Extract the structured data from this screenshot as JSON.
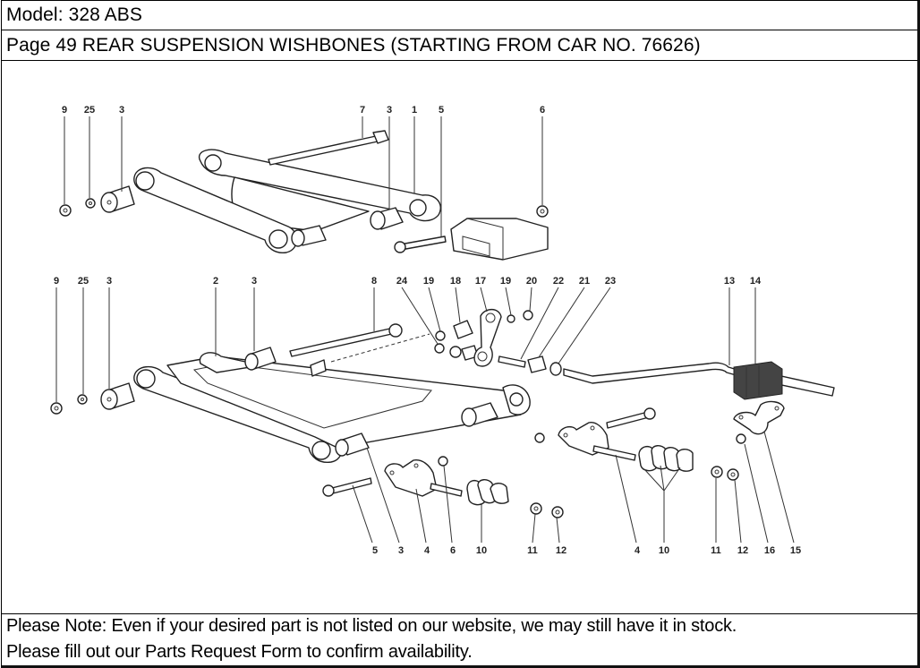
{
  "header": {
    "model_label": "Model: 328 ABS",
    "page_title": "Page 49  REAR SUSPENSION  WISHBONES (STARTING FROM CAR NO. 76626)"
  },
  "diagram": {
    "description": "Exploded view of rear suspension wishbones",
    "upper_assembly_callouts": [
      "9",
      "25",
      "3",
      "7",
      "3",
      "1",
      "5",
      "6"
    ],
    "lower_assembly_callouts_top": [
      "9",
      "25",
      "3",
      "2",
      "3",
      "8",
      "24",
      "19",
      "18",
      "17",
      "19",
      "20",
      "22",
      "21",
      "23",
      "13",
      "14"
    ],
    "lower_assembly_callouts_bottom": [
      "5",
      "3",
      "4",
      "6",
      "10",
      "11",
      "12",
      "4",
      "10",
      "11",
      "12",
      "16",
      "15"
    ]
  },
  "footer": {
    "note_line1": "Please Note: Even if your desired part is not listed on our website, we may still have it in stock.",
    "note_line2": "Please fill out our Parts Request Form to confirm availability."
  }
}
